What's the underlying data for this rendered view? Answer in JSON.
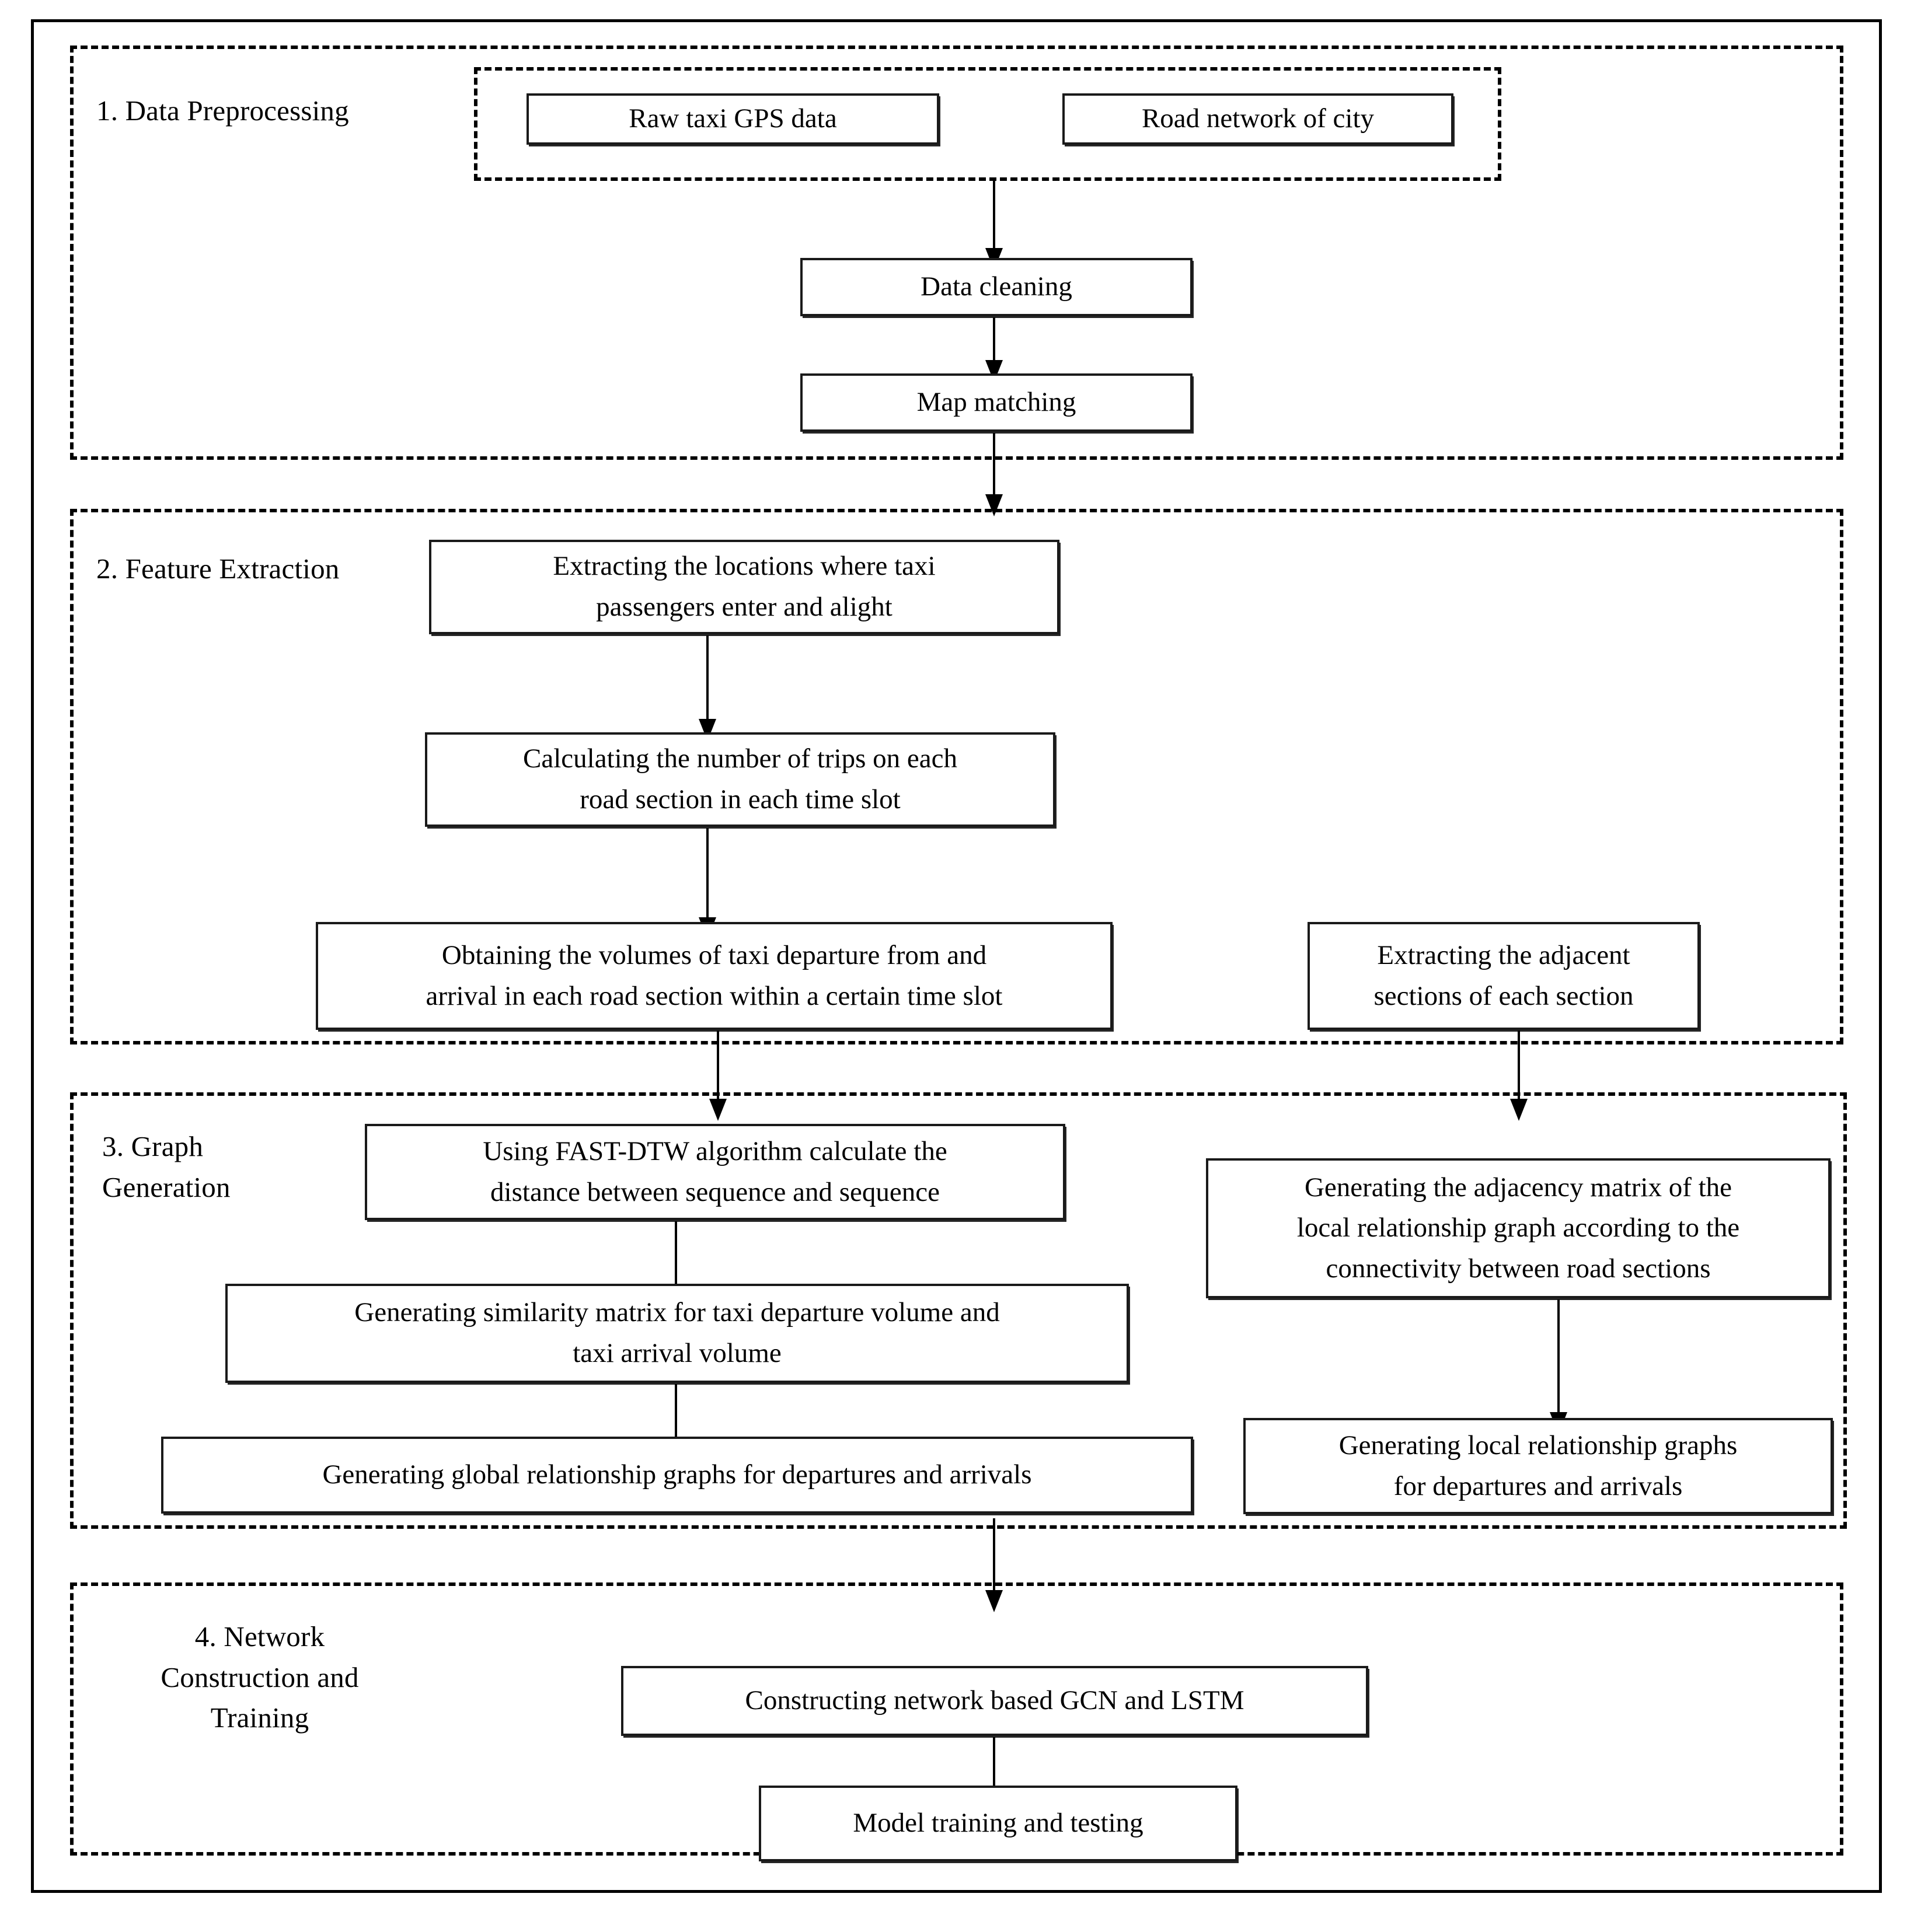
{
  "figure": {
    "type": "flowchart",
    "orientation": "top-to-bottom",
    "stages": [
      {
        "id": "stage1",
        "label": "1. Data Preprocessing",
        "nodes": [
          {
            "id": "n1",
            "text": "Raw taxi GPS data"
          },
          {
            "id": "n2",
            "text": "Road network of city"
          },
          {
            "id": "n3",
            "text": "Data cleaning"
          },
          {
            "id": "n4",
            "text": "Map matching"
          }
        ],
        "grouped_nodes": [
          "n1",
          "n2"
        ]
      },
      {
        "id": "stage2",
        "label": "2. Feature Extraction",
        "nodes": [
          {
            "id": "n5",
            "line1": "Extracting the locations where taxi",
            "line2": "passengers enter and alight"
          },
          {
            "id": "n6",
            "line1": "Calculating the number of trips on each",
            "line2": "road section in each time slot"
          },
          {
            "id": "n7",
            "line1": "Obtaining the volumes of taxi departure from and",
            "line2": "arrival in each road section within a certain time slot"
          },
          {
            "id": "n8",
            "line1": "Extracting the adjacent",
            "line2": "sections of each section"
          }
        ]
      },
      {
        "id": "stage3",
        "label": "3. Graph\nGeneration",
        "nodes": [
          {
            "id": "n9",
            "line1": "Using FAST-DTW algorithm calculate the",
            "line2": "distance between sequence  and sequence"
          },
          {
            "id": "n10",
            "line1": "Generating similarity matrix for taxi departure volume and",
            "line2": "taxi arrival volume"
          },
          {
            "id": "n11",
            "line1": "Generating global relationship graphs for departures and arrivals",
            "line2": ""
          },
          {
            "id": "n12",
            "line1": "Generating the adjacency matrix of the",
            "line2": "local relationship graph according to the",
            "line3": "connectivity between road sections"
          },
          {
            "id": "n13",
            "line1": "Generating local relationship graphs",
            "line2": "for departures and arrivals"
          }
        ]
      },
      {
        "id": "stage4",
        "label": "4. Network\nConstruction and\nTraining",
        "nodes": [
          {
            "id": "n14",
            "text": "Constructing network based GCN and LSTM"
          },
          {
            "id": "n15",
            "text": "Model training and testing"
          }
        ]
      }
    ],
    "edges": [
      {
        "from": "n1/n2-group",
        "to": "n3"
      },
      {
        "from": "n3",
        "to": "n4"
      },
      {
        "from": "n4",
        "to": "stage2"
      },
      {
        "from": "n5",
        "to": "n6"
      },
      {
        "from": "n6",
        "to": "n7"
      },
      {
        "from": "n7",
        "to": "n9"
      },
      {
        "from": "n8",
        "to": "n12"
      },
      {
        "from": "n9",
        "to": "n10"
      },
      {
        "from": "n10",
        "to": "n11"
      },
      {
        "from": "n12",
        "to": "n13"
      },
      {
        "from": "stage3",
        "to": "n14"
      },
      {
        "from": "n14",
        "to": "n15"
      }
    ],
    "colors": {
      "line": "#000000",
      "box_border": "#1a1a1a",
      "background": "#ffffff"
    }
  }
}
